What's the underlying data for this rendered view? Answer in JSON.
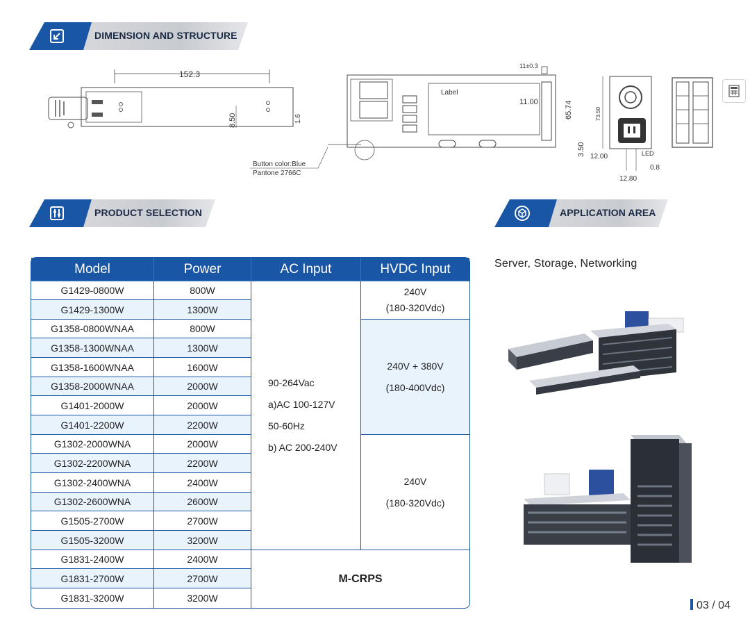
{
  "sections": {
    "dimension": {
      "title": "DIMENSION AND STRUCTURE",
      "icon": "resize-arrow-icon"
    },
    "product": {
      "title": "PRODUCT SELECTION",
      "icon": "adjust-icon"
    },
    "application": {
      "title": "APPLICATION AREA",
      "icon": "cube-icon"
    }
  },
  "drawing": {
    "length": "152.3",
    "height_small": "8.50",
    "dim_16": "1.6",
    "tol": "11±0.3",
    "label": "Label",
    "dim_11": "11.00",
    "dim_6574": "65.74",
    "dim_350": "3.50",
    "button_color_1": "Button color:Blue",
    "button_color_2": "Pantone 2766C",
    "dim_7350": "73.50",
    "dim_1200": "12.00",
    "dim_1280": "12.80",
    "dim_08": "0.8",
    "led": "LED"
  },
  "table": {
    "headers": [
      "Model",
      "Power",
      "AC Input",
      "HVDC Input"
    ],
    "rows": [
      {
        "model": "G1429-0800W",
        "power": "800W"
      },
      {
        "model": "G1429-1300W",
        "power": "1300W"
      },
      {
        "model": "G1358-0800WNAA",
        "power": "800W"
      },
      {
        "model": "G1358-1300WNAA",
        "power": "1300W"
      },
      {
        "model": "G1358-1600WNAA",
        "power": "1600W"
      },
      {
        "model": "G1358-2000WNAA",
        "power": "2000W"
      },
      {
        "model": "G1401-2000W",
        "power": "2000W"
      },
      {
        "model": "G1401-2200W",
        "power": "2200W"
      },
      {
        "model": "G1302-2000WNA",
        "power": "2000W"
      },
      {
        "model": "G1302-2200WNA",
        "power": "2200W"
      },
      {
        "model": "G1302-2400WNA",
        "power": "2400W"
      },
      {
        "model": "G1302-2600WNA",
        "power": "2600W"
      },
      {
        "model": "G1505-2700W",
        "power": "2700W"
      },
      {
        "model": "G1505-3200W",
        "power": "3200W"
      },
      {
        "model": "G1831-2400W",
        "power": "2400W"
      },
      {
        "model": "G1831-2700W",
        "power": "2700W"
      },
      {
        "model": "G1831-3200W",
        "power": "3200W"
      }
    ],
    "ac_input": [
      "90-264Vac",
      "a)AC 100-127V",
      "50-60Hz",
      "b) AC 200-240V"
    ],
    "hvdc_1": [
      "240V",
      "(180-320Vdc)"
    ],
    "hvdc_2": [
      "240V + 380V",
      "(180-400Vdc)"
    ],
    "hvdc_3": [
      "240V",
      "(180-320Vdc)"
    ],
    "mcrps": "M-CRPS"
  },
  "application": {
    "text": "Server, Storage, Networking"
  },
  "page": {
    "number": "03 / 04"
  },
  "colors": {
    "accent": "#1a56a6",
    "shade": "#e8f3fb"
  }
}
